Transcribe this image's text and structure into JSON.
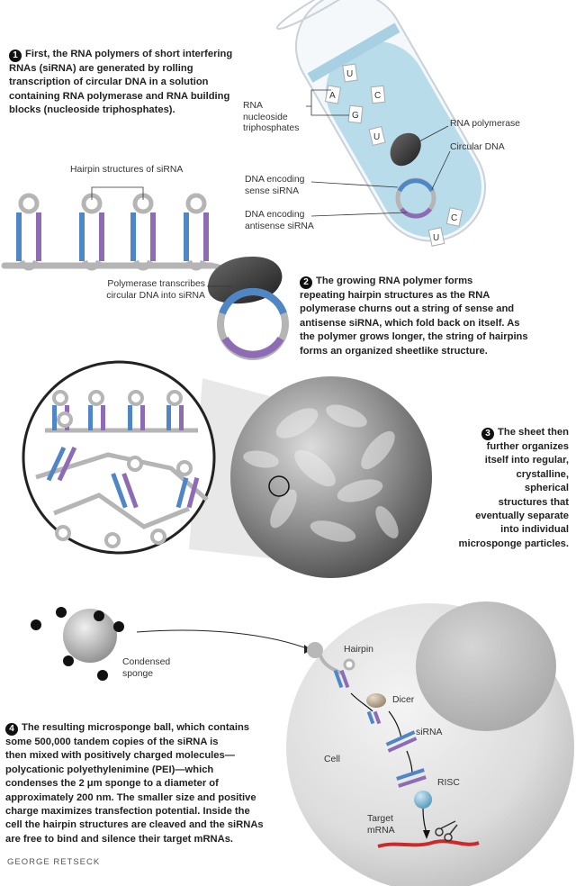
{
  "steps": {
    "one": {
      "number": "1",
      "lines": [
        "First, the RNA polymers of short interfering",
        "RNAs (siRNA) are generated by rolling",
        "transcription of circular DNA in a solution",
        "containing RNA polymerase and RNA building",
        "blocks (nucleoside triphosphates)."
      ]
    },
    "two": {
      "number": "2",
      "lines": [
        "The growing RNA polymer forms",
        "repeating hairpin structures as the RNA",
        "polymerase churns out a string of sense and",
        "antisense siRNA, which fold back on itself. As",
        "the polymer grows longer, the string of hairpins",
        "forms an organized sheetlike structure."
      ]
    },
    "three": {
      "number": "3",
      "lines": [
        "The sheet then",
        "further organizes",
        "itself into regular,",
        "crystalline,",
        "spherical",
        "structures that",
        "eventually separate",
        "into individual",
        "microsponge particles."
      ]
    },
    "four": {
      "number": "4",
      "lines": [
        "The resulting microsponge ball, which contains",
        "some 500,000 tandem copies of the siRNA is",
        "then mixed with positively charged molecules—",
        "polycationic polyethylenimine (PEI)—which",
        "condenses the 2 μm sponge to a diameter of",
        "approximately 200 nm. The smaller size and positive",
        "charge maximizes transfection potential. Inside the",
        "cell the hairpin structures are cleaved and the siRNAs",
        "are free to bind and silence their target mRNAs."
      ]
    }
  },
  "labels": {
    "rna_nucleoside": [
      "RNA",
      "nucleoside",
      "triphosphates"
    ],
    "rna_polymerase": "RNA polymerase",
    "circular_dna": "Circular DNA",
    "dna_sense": [
      "DNA encoding",
      "sense siRNA"
    ],
    "dna_antisense": [
      "DNA encoding",
      "antisense siRNA"
    ],
    "hairpin_structures": "Hairpin structures of siRNA",
    "polymerase_transcribes": [
      "Polymerase transcribes",
      "circular DNA into siRNA"
    ],
    "condensed_sponge": [
      "Condensed",
      "sponge"
    ],
    "hairpin": "Hairpin",
    "dicer": "Dicer",
    "sirna": "siRNA",
    "cell": "Cell",
    "risc": "RISC",
    "target_mrna": [
      "Target",
      "mRNA"
    ]
  },
  "tube_letters": [
    "U",
    "A",
    "C",
    "G",
    "U",
    "C",
    "U"
  ],
  "credit": "GEORGE RETSECK",
  "colors": {
    "sense_blue": "#4f86c6",
    "antisense_purple": "#8e6bb5",
    "backbone_gray": "#b5b5b5",
    "liquid_blue": "#b9dcea",
    "target_red": "#cc2a2a"
  }
}
